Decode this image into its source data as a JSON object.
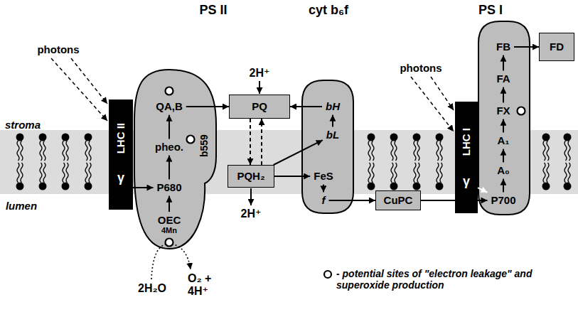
{
  "diagram": {
    "nodes": [
      {
        "text": [
          "LHC II",
          "γ"
        ]
      },
      {
        "text": [
          "PS II"
        ]
      },
      {
        "text": [
          "QA,B"
        ],
        "in": 1
      },
      {
        "text": [
          "pheo."
        ],
        "in": 1
      },
      {
        "text": [
          "P680"
        ],
        "in": 1
      },
      {
        "text": [
          "OEC",
          "4Mn"
        ],
        "in": 1
      },
      {
        "text": [
          "b559"
        ],
        "in": 1
      },
      {
        "text": [
          "PQ"
        ]
      },
      {
        "text": [
          "PQH₂"
        ]
      },
      {
        "text": [
          "cyt b₆f"
        ]
      },
      {
        "text": [
          "bH"
        ],
        "in": 9
      },
      {
        "text": [
          "bL"
        ],
        "in": 9
      },
      {
        "text": [
          "FeS"
        ],
        "in": 9
      },
      {
        "text": [
          "f"
        ],
        "in": 9
      },
      {
        "text": [
          "CuPC"
        ]
      },
      {
        "text": [
          "LHC I",
          "γ"
        ]
      },
      {
        "text": [
          "PS I"
        ]
      },
      {
        "text": [
          "FB"
        ],
        "in": 16
      },
      {
        "text": [
          "FA"
        ],
        "in": 16
      },
      {
        "text": [
          "FX"
        ],
        "in": 16
      },
      {
        "text": [
          "A₁"
        ],
        "in": 16
      },
      {
        "text": [
          "A₀"
        ],
        "in": 16
      },
      {
        "text": [
          "P700"
        ],
        "in": 16
      },
      {
        "text": [
          "FD"
        ]
      }
    ],
    "edges": [
      {
        "from": 0,
        "to": 4,
        "arrow": "to"
      },
      {
        "from": 5,
        "to": 4,
        "arrow": "to"
      },
      {
        "from": 4,
        "to": 3,
        "arrow": "to"
      },
      {
        "from": 3,
        "to": 2,
        "arrow": "to"
      },
      {
        "from": 2,
        "to": 7,
        "arrow": "to"
      },
      {
        "from": 7,
        "to": 8,
        "arrow": "to"
      },
      {
        "from": 8,
        "to": 7,
        "arrow": "to"
      },
      {
        "from": 8,
        "to": 12,
        "arrow": "to"
      },
      {
        "from": 8,
        "to": 11,
        "arrow": "to"
      },
      {
        "from": 11,
        "to": 10,
        "arrow": "to"
      },
      {
        "from": 10,
        "to": 7,
        "arrow": "to"
      },
      {
        "from": 12,
        "to": 13,
        "arrow": "to"
      },
      {
        "from": 13,
        "to": 14,
        "arrow": "to"
      },
      {
        "from": 14,
        "to": 22,
        "arrow": "to"
      },
      {
        "from": 15,
        "to": 22,
        "arrow": "to"
      },
      {
        "from": 22,
        "to": 21,
        "arrow": "to"
      },
      {
        "from": 21,
        "to": 20,
        "arrow": "to"
      },
      {
        "from": 20,
        "to": 19,
        "arrow": "to"
      },
      {
        "from": 19,
        "to": 18,
        "arrow": "to"
      },
      {
        "from": 18,
        "to": 17,
        "arrow": "to"
      },
      {
        "from": 17,
        "to": 23,
        "arrow": "to"
      }
    ],
    "labels": [
      "photons",
      "photons",
      "stroma",
      "lumen",
      "2H⁺",
      "2H⁺",
      "2H₂O",
      "O₂ + 4H⁺"
    ],
    "legend": [
      {
        "text": "- potential sites of \"electron leakage\" and superoxide production"
      }
    ]
  }
}
